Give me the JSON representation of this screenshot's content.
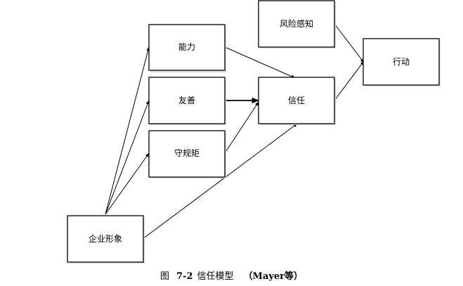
{
  "nodes": {
    "risk_perception": "风险感知",
    "ability": "能力",
    "benevolence": "友善",
    "integrity": "守规矩",
    "trust": "信任",
    "action": "行动",
    "corporate_image": "企业形象"
  },
  "caption": {
    "prefix": "图",
    "number": "7-2",
    "title": "信任模型",
    "source": "（Mayer等）"
  },
  "colors": {
    "line": "#000000",
    "box_border": "#000000",
    "box_shadow": "#dcdcdc"
  }
}
